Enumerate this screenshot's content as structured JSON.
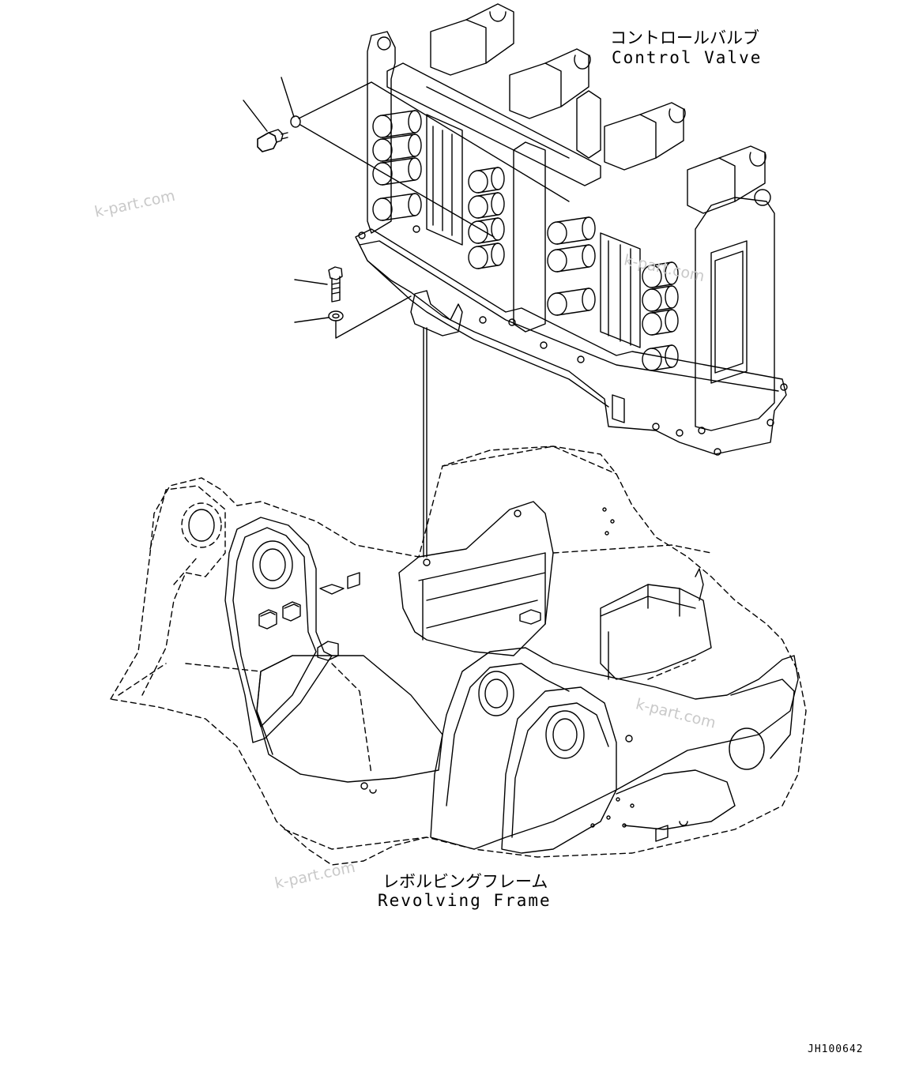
{
  "labels": {
    "control_valve_jp": "コントロールバルブ",
    "control_valve_en": "Control Valve",
    "revolving_frame_jp": "レボルビングフレーム",
    "revolving_frame_en": "Revolving Frame"
  },
  "watermark": "k-part.com",
  "drawing_code": "JH100642",
  "colors": {
    "line": "#000000",
    "watermark": "#c9c9c9",
    "background": "#ffffff"
  }
}
